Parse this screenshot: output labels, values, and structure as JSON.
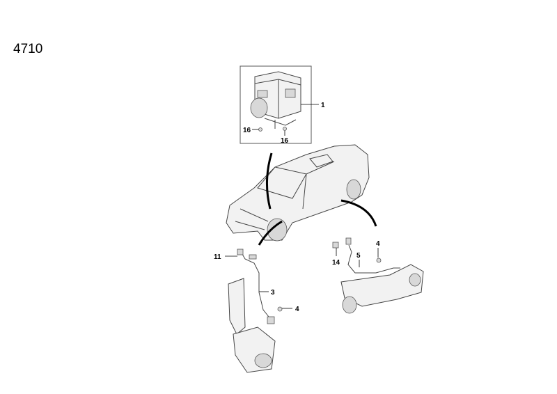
{
  "diagram": {
    "group_number": "4710",
    "callouts": {
      "abs_module": "1",
      "bolt_left": "16",
      "bolt_right": "16",
      "front_bracket": "11",
      "front_sensor": "3",
      "front_bolt": "4",
      "rear_bracket": "14",
      "rear_sensor": "5",
      "rear_bolt": "4"
    }
  }
}
